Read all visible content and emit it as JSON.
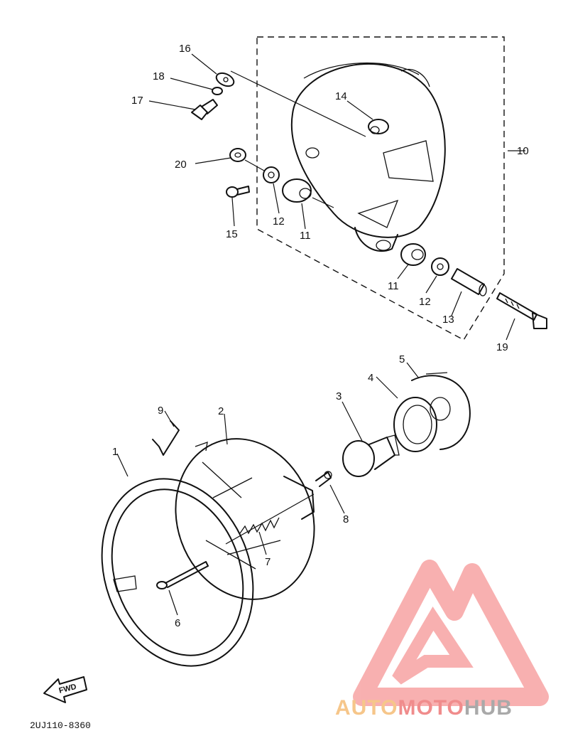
{
  "callouts": {
    "c1": "1",
    "c2": "2",
    "c3": "3",
    "c4": "4",
    "c5": "5",
    "c6": "6",
    "c7": "7",
    "c8": "8",
    "c9": "9",
    "c10": "10",
    "c11a": "11",
    "c11b": "11",
    "c12a": "12",
    "c12b": "12",
    "c13": "13",
    "c14": "14",
    "c15": "15",
    "c16": "16",
    "c17": "17",
    "c18": "18",
    "c19": "19",
    "c20": "20"
  },
  "fwd_label": "FWD",
  "diagram_code": "2UJ110-8360",
  "watermark": {
    "part1": "AUTO",
    "part2": "MOTO",
    "part3": "HUB",
    "colors": {
      "auto": "#f6c68a",
      "moto": "#f08c8c",
      "hub": "#a9a9a9",
      "logo": "#f7a3a3"
    }
  }
}
